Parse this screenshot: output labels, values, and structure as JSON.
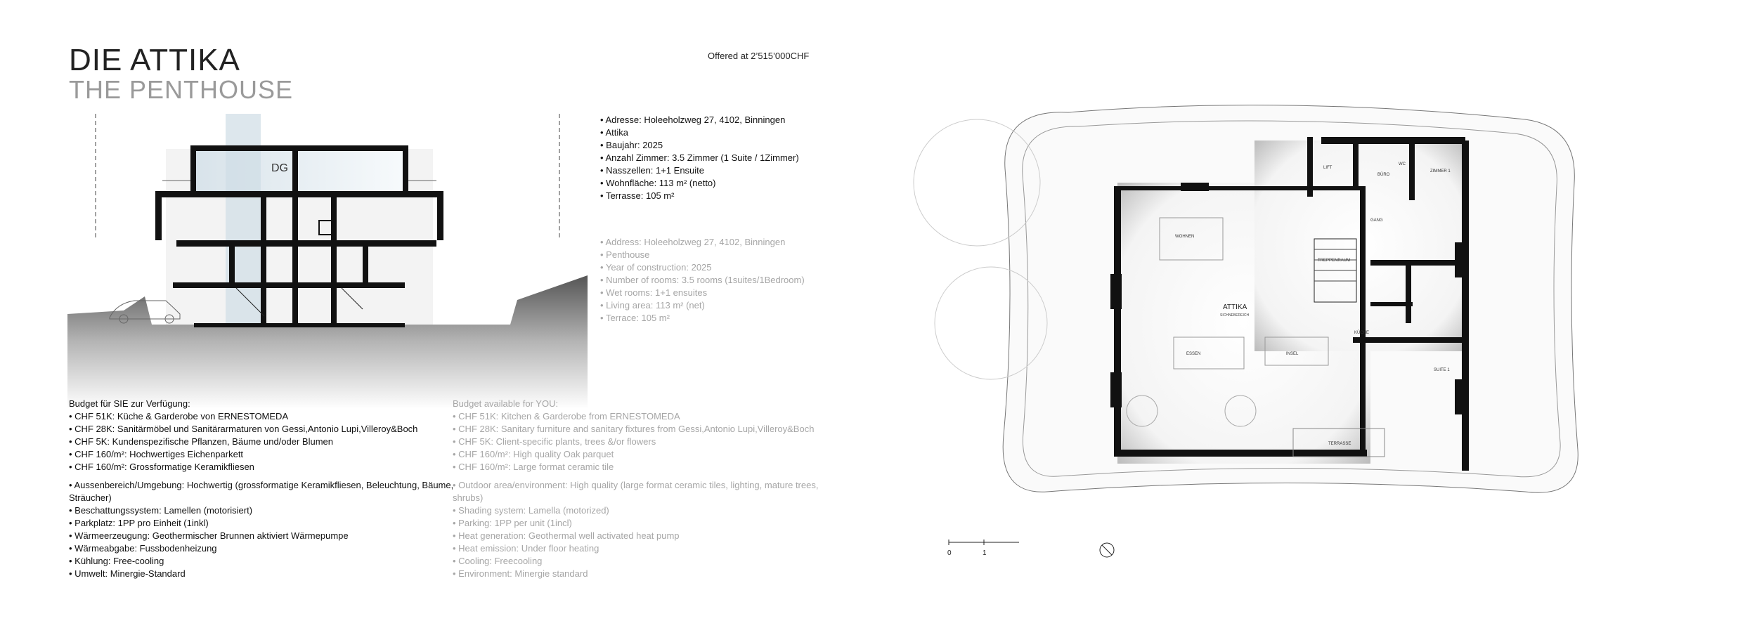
{
  "title": {
    "line1": "DIE ATTIKA",
    "line2": "THE PENTHOUSE"
  },
  "offer": "Offered at 2’515’000CHF",
  "section_label": "DG",
  "facts_de": [
    "Adresse: Holeeholzweg 27, 4102, Binningen",
    "Attika",
    "Baujahr: 2025",
    "Anzahl Zimmer: 3.5 Zimmer (1 Suite / 1Zimmer)",
    "Nasszellen: 1+1 Ensuite",
    "Wohnfläche: 113 m² (netto)",
    "Terrasse:  105 m²"
  ],
  "facts_en": [
    "Address: Holeeholzweg 27, 4102, Binningen",
    "Penthouse",
    "Year of construction: 2025",
    "Number of rooms: 3.5 rooms (1suites/1Bedroom)",
    "Wet rooms: 1+1 ensuites",
    "Living area: 113 m² (net)",
    "Terrace: 105 m²"
  ],
  "budget_de": {
    "heading": "Budget für SIE zur Verfügung:",
    "items": [
      "CHF 51K: Küche & Garderobe von ERNESTOMEDA",
      "CHF 28K: Sanitärmöbel und Sanitärarmaturen von Gessi,Antonio Lupi,Villeroy&Boch",
      "CHF 5K: Kundenspezifische Pflanzen, Bäume und/oder Blumen",
      "CHF 160/m²: Hochwertiges Eichenparkett",
      "CHF 160/m²: Grossformatige Keramikfliesen"
    ],
    "extras": [
      "Aussenbereich/Umgebung: Hochwertig (grossformatige Keramikfliesen, Beleuchtung, Bäume, Sträucher)",
      "Beschattungssystem: Lamellen (motorisiert)",
      "Parkplatz: 1PP pro Einheit (1inkl)",
      "Wärmeerzeugung: Geothermischer Brunnen aktiviert Wärmepumpe",
      "Wärmeabgabe: Fussbodenheizung",
      "Kühlung: Free-cooling",
      "Umwelt: Minergie-Standard"
    ]
  },
  "budget_en": {
    "heading": "Budget available for YOU:",
    "items": [
      "CHF 51K: Kitchen & Garderobe from ERNESTOMEDA",
      "CHF 28K: Sanitary furniture and sanitary fixtures from Gessi,Antonio Lupi,Villeroy&Boch",
      "CHF 5K: Client-specific plants, trees &/or flowers",
      "CHF 160/m²: High quality Oak parquet",
      "CHF 160/m²: Large format ceramic tile"
    ],
    "extras": [
      "Outdoor area/environment: High quality (large format ceramic tiles, lighting, mature trees, shrubs)",
      "Shading system: Lamella (motorized)",
      "Parking: 1PP per unit (1incl)",
      "Heat generation: Geothermal well activated heat pump",
      "Heat emission: Under floor heating",
      "Cooling: Freecooling",
      "Environment: Minergie standard"
    ]
  },
  "plan_labels": {
    "attika": "ATTIKA",
    "attika_sub": "SICHNEBEREICH",
    "lift": "LIFT",
    "buero": "BÜRO",
    "wc": "WC",
    "zimmer": "ZIMMER 1",
    "gang": "GANG",
    "wohnen": "WOHNEN",
    "treppe": "TREPPENRAUM",
    "kueche": "KÜCHE",
    "essen": "ESSEN",
    "insel": "INSEL",
    "suite": "SUITE 1",
    "terrasse": "TERRASSE",
    "scale_0": "0",
    "scale_1": "1"
  }
}
